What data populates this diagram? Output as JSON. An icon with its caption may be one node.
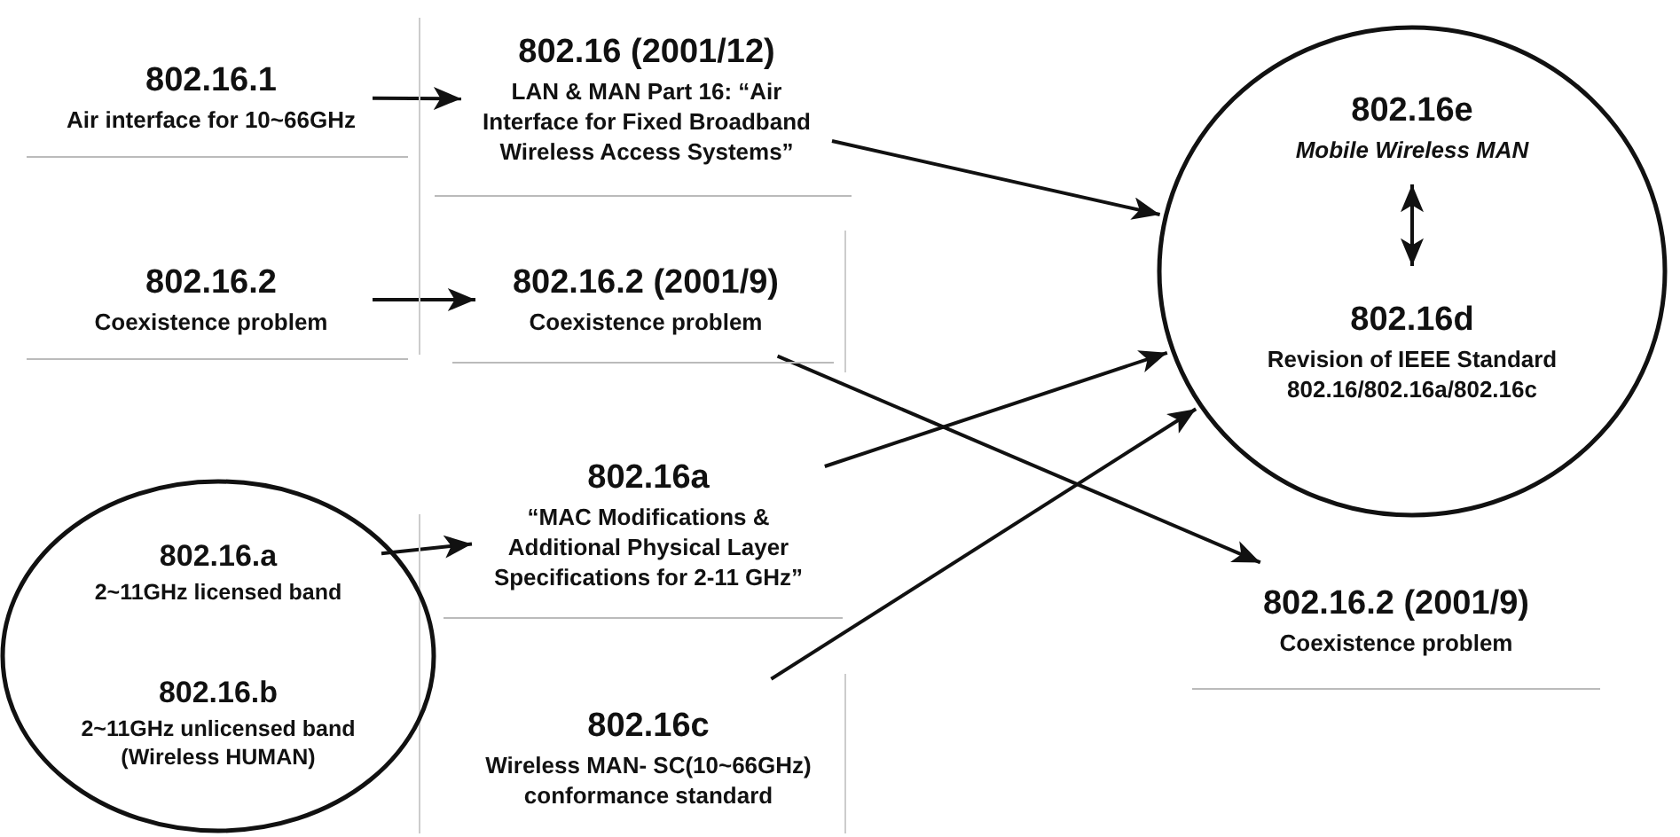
{
  "diagram": {
    "nodes": [
      {
        "text": [
          "802.16.1",
          "Air interface for 10~66GHz"
        ]
      },
      {
        "text": [
          "802.16 (2001/12)",
          "LAN & MAN Part 16: “Air Interface for Fixed Broadband Wireless Access Systems”"
        ]
      },
      {
        "text": [
          "802.16.2",
          "Coexistence problem"
        ]
      },
      {
        "text": [
          "802.16.2 (2001/9)",
          "Coexistence problem"
        ]
      },
      {
        "text": [],
        "shape": "circle"
      },
      {
        "text": [
          "802.16.a",
          "2~11GHz licensed band"
        ],
        "in": 4
      },
      {
        "text": [
          "802.16.b",
          "2~11GHz unlicensed band (Wireless HUMAN)"
        ],
        "in": 4
      },
      {
        "text": [
          "802.16a",
          "“MAC Modifications & Additional Physical Layer Specifications for 2-11 GHz”"
        ]
      },
      {
        "text": [
          "802.16c",
          "Wireless MAN- SC(10~66GHz) conformance standard"
        ]
      },
      {
        "text": [],
        "shape": "circle"
      },
      {
        "text": [
          "802.16e",
          "Mobile Wireless MAN"
        ],
        "in": 9
      },
      {
        "text": [
          "802.16d",
          "Revision of IEEE Standard 802.16/802.16a/802.16c"
        ],
        "in": 9
      },
      {
        "text": [
          "802.16.2 (2001/9)",
          "Coexistence problem"
        ]
      }
    ],
    "edges": [
      {
        "from": 0,
        "to": 1,
        "arrow": "to"
      },
      {
        "from": 2,
        "to": 3,
        "arrow": "to"
      },
      {
        "from": 5,
        "to": 7,
        "arrow": "to"
      },
      {
        "from": 1,
        "to": 9,
        "arrow": "to"
      },
      {
        "from": 7,
        "to": 9,
        "arrow": "to"
      },
      {
        "from": 8,
        "to": 9,
        "arrow": "to"
      },
      {
        "from": 3,
        "to": 12,
        "arrow": "to"
      },
      {
        "from": 10,
        "to": 11,
        "arrow": "both"
      }
    ]
  }
}
